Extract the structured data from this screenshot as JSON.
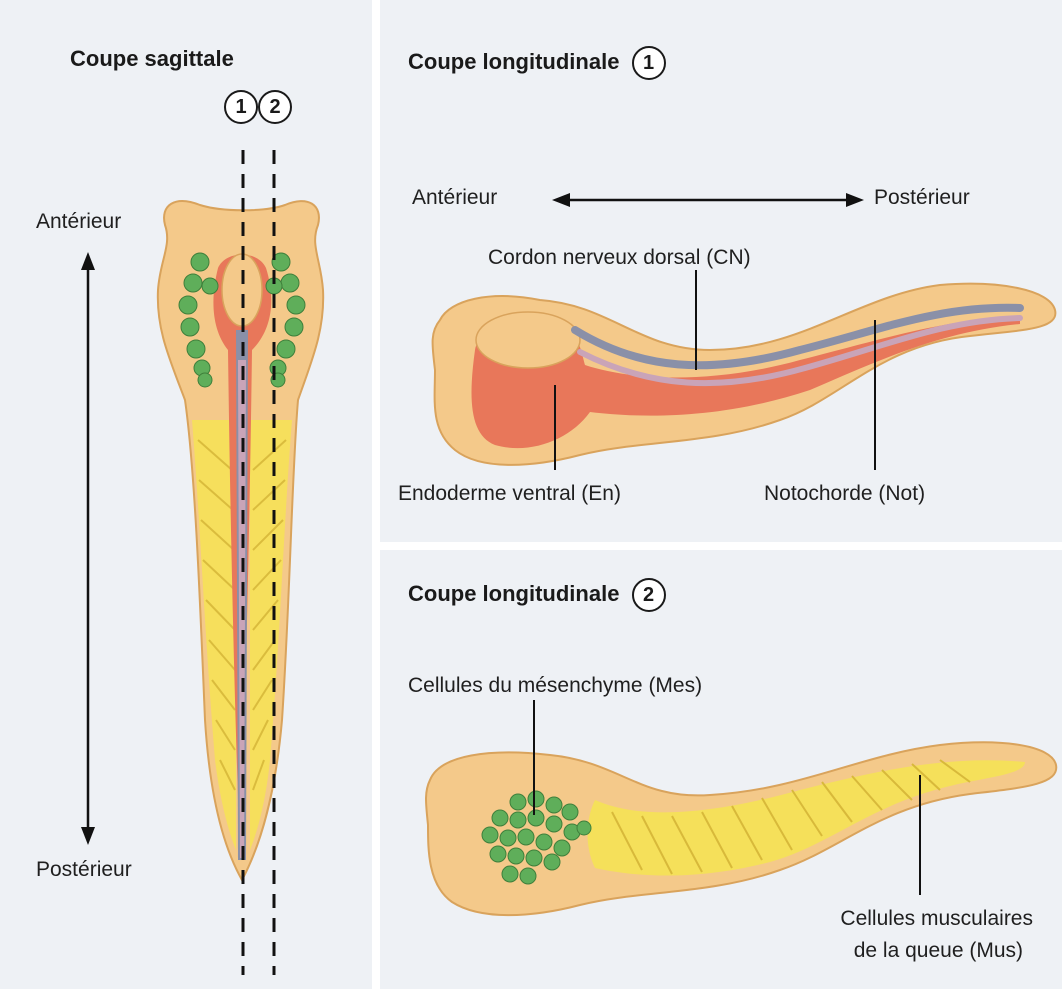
{
  "left_panel": {
    "title": "Coupe sagittale",
    "plane_1": "1",
    "plane_2": "2",
    "anterior": "Antérieur",
    "posterior": "Postérieur"
  },
  "top_right_panel": {
    "title": "Coupe longitudinale",
    "plane_number": "1",
    "anterior": "Antérieur",
    "posterior": "Postérieur",
    "nerve_cord": "Cordon nerveux dorsal (CN)",
    "endoderm": "Endoderme ventral (En)",
    "notochord": "Notochorde (Not)"
  },
  "bottom_right_panel": {
    "title": "Coupe longitudinale",
    "plane_number": "2",
    "mesenchyme": "Cellules du mésenchyme (Mes)",
    "muscle_line1": "Cellules musculaires",
    "muscle_line2": "de la queue (Mus)"
  },
  "colors": {
    "panel_bg": "#eef1f5",
    "body_fill": "#f4c98a",
    "body_stroke": "#d9a35c",
    "endoderm": "#e8775a",
    "notochord": "#c9a4b8",
    "nerve_cord": "#8a90a8",
    "muscle": "#f5e05a",
    "mesenchyme": "#5fae5a"
  }
}
